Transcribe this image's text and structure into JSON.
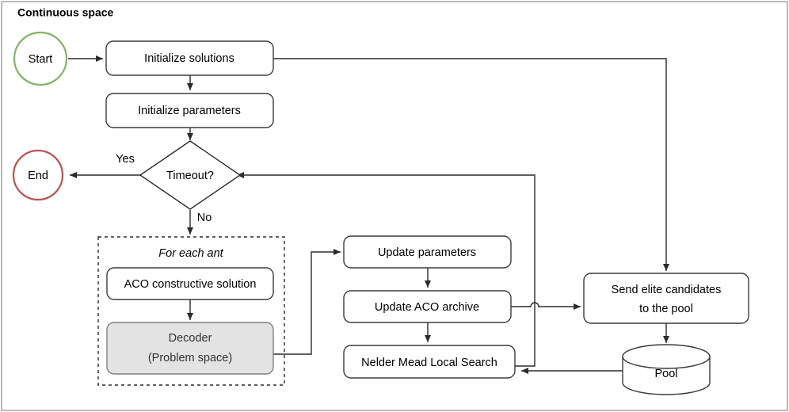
{
  "panel": {
    "title": "Continuous space",
    "border_color": "#b9b9b9",
    "background": "#ffffff"
  },
  "colors": {
    "start_stroke": "#82b366",
    "end_stroke": "#b85450",
    "node_stroke": "#3b3b3b",
    "decoder_fill": "#e3e3e3",
    "decoder_stroke": "#808080",
    "link": "#2b2b2b"
  },
  "nodes": {
    "start": {
      "label": "Start",
      "shape": "circle"
    },
    "end": {
      "label": "End",
      "shape": "circle"
    },
    "init_solutions": {
      "label": "Initialize solutions",
      "shape": "rounded-rect"
    },
    "init_parameters": {
      "label": "Initialize parameters",
      "shape": "rounded-rect"
    },
    "timeout": {
      "label": "Timeout?",
      "shape": "diamond"
    },
    "for_each_ant": {
      "label": "For each ant",
      "shape": "dashed-group"
    },
    "aco_constructive": {
      "label": "ACO constructive solution",
      "shape": "rounded-rect"
    },
    "decoder": {
      "label_line1": "Decoder",
      "label_line2": "(Problem space)",
      "shape": "rounded-rect"
    },
    "update_parameters": {
      "label": "Update parameters",
      "shape": "rounded-rect"
    },
    "update_aco_archive": {
      "label": "Update ACO archive",
      "shape": "rounded-rect"
    },
    "nelder_mead": {
      "label": "Nelder Mead Local Search",
      "shape": "rounded-rect"
    },
    "send_elite": {
      "label_line1": "Send elite candidates",
      "label_line2": "to the pool",
      "shape": "rounded-rect"
    },
    "pool": {
      "label": "Pool",
      "shape": "cylinder"
    }
  },
  "edge_labels": {
    "yes": "Yes",
    "no": "No"
  },
  "chart_data": {
    "type": "diagram",
    "title": "Continuous space",
    "edges": [
      {
        "from": "start",
        "to": "init_solutions",
        "label": ""
      },
      {
        "from": "init_solutions",
        "to": "init_parameters",
        "label": ""
      },
      {
        "from": "init_solutions",
        "to": "send_elite",
        "label": ""
      },
      {
        "from": "init_parameters",
        "to": "timeout",
        "label": ""
      },
      {
        "from": "timeout",
        "to": "end",
        "label": "Yes"
      },
      {
        "from": "timeout",
        "to": "for_each_ant",
        "label": "No"
      },
      {
        "from": "aco_constructive",
        "to": "decoder",
        "label": ""
      },
      {
        "from": "decoder",
        "to": "update_parameters",
        "label": ""
      },
      {
        "from": "update_parameters",
        "to": "update_aco_archive",
        "label": ""
      },
      {
        "from": "update_aco_archive",
        "to": "nelder_mead",
        "label": ""
      },
      {
        "from": "update_aco_archive",
        "to": "send_elite",
        "label": ""
      },
      {
        "from": "nelder_mead",
        "to": "timeout",
        "label": ""
      },
      {
        "from": "send_elite",
        "to": "pool",
        "label": ""
      },
      {
        "from": "pool",
        "to": "nelder_mead",
        "label": ""
      }
    ]
  }
}
